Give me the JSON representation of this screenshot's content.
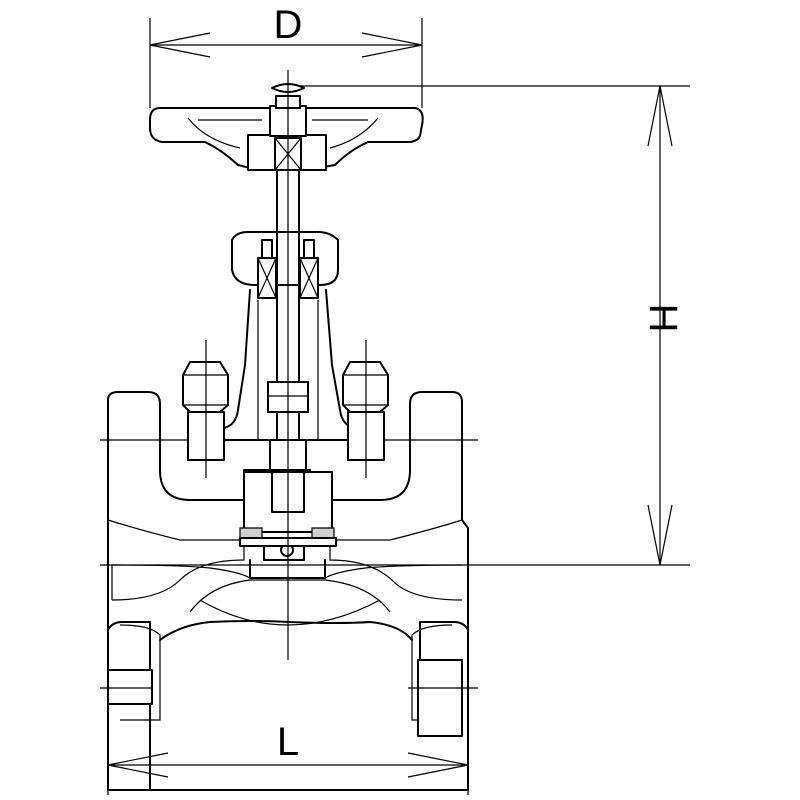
{
  "dimensions": {
    "diameter_label": "D",
    "height_label": "H",
    "length_label": "L"
  },
  "colors": {
    "line": "#000000",
    "background": "#ffffff",
    "gasket": "#cfcfcf"
  }
}
